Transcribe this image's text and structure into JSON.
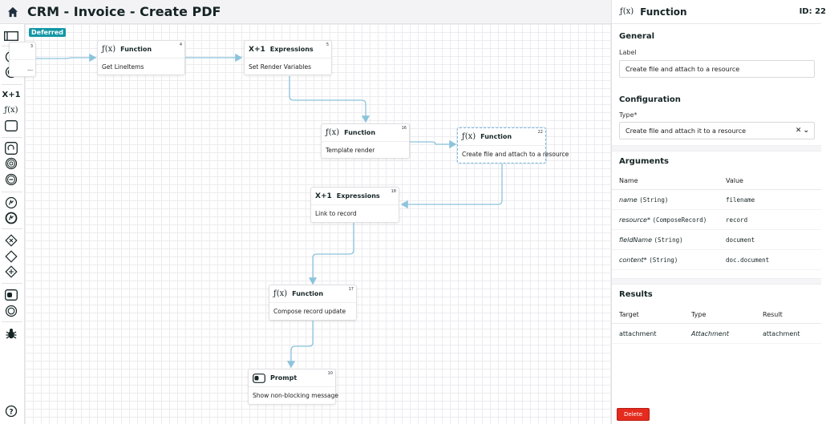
{
  "header": {
    "title": "CRM - Invoice - Create PDF"
  },
  "canvas": {
    "badge": "Deferred",
    "nodes": [
      {
        "id": "3",
        "type": "",
        "label": "..."
      },
      {
        "id": "4",
        "type": "Function",
        "icon": "ƒ(x)",
        "label": "Get LineItems"
      },
      {
        "id": "5",
        "type": "Expressions",
        "icon": "X+1",
        "label": "Set Render Variables"
      },
      {
        "id": "16",
        "type": "Function",
        "icon": "ƒ(x)",
        "label": "Template render"
      },
      {
        "id": "22",
        "type": "Function",
        "icon": "ƒ(x)",
        "label": "Create file and attach to a resource"
      },
      {
        "id": "18",
        "type": "Expressions",
        "icon": "X+1",
        "label": "Link to record"
      },
      {
        "id": "17",
        "type": "Function",
        "icon": "ƒ(x)",
        "label": "Compose record update"
      },
      {
        "id": "10",
        "type": "Prompt",
        "icon": "",
        "label": "Show non-blocking message"
      }
    ]
  },
  "palette": {
    "expr_icon": "X+1",
    "fx_icon": "ƒ(x)"
  },
  "panel": {
    "icon": "ƒ(x)",
    "title": "Function",
    "id_label": "ID: 22",
    "general": {
      "title": "General",
      "label_label": "Label",
      "label_value": "Create file and attach to a resource"
    },
    "configuration": {
      "title": "Configuration",
      "type_label": "Type*",
      "type_value": "Create file and attach it to a resource"
    },
    "arguments": {
      "title": "Arguments",
      "col_name": "Name",
      "col_value": "Value",
      "rows": [
        {
          "name": "name",
          "type": "(String)",
          "value": "filename"
        },
        {
          "name": "resource*",
          "type": "(ComposeRecord)",
          "value": "record"
        },
        {
          "name": "fieldName",
          "type": "(String)",
          "value": "document"
        },
        {
          "name": "content*",
          "type": "(String)",
          "value": "doc.document"
        }
      ]
    },
    "results": {
      "title": "Results",
      "col_target": "Target",
      "col_type": "Type",
      "col_result": "Result",
      "rows": [
        {
          "target": "attachment",
          "type": "Attachment",
          "result": "attachment"
        }
      ]
    },
    "delete_label": "Delete"
  },
  "colors": {
    "accent": "#1397a5",
    "edge": "#8cc4dc",
    "danger": "#e52b1e"
  }
}
